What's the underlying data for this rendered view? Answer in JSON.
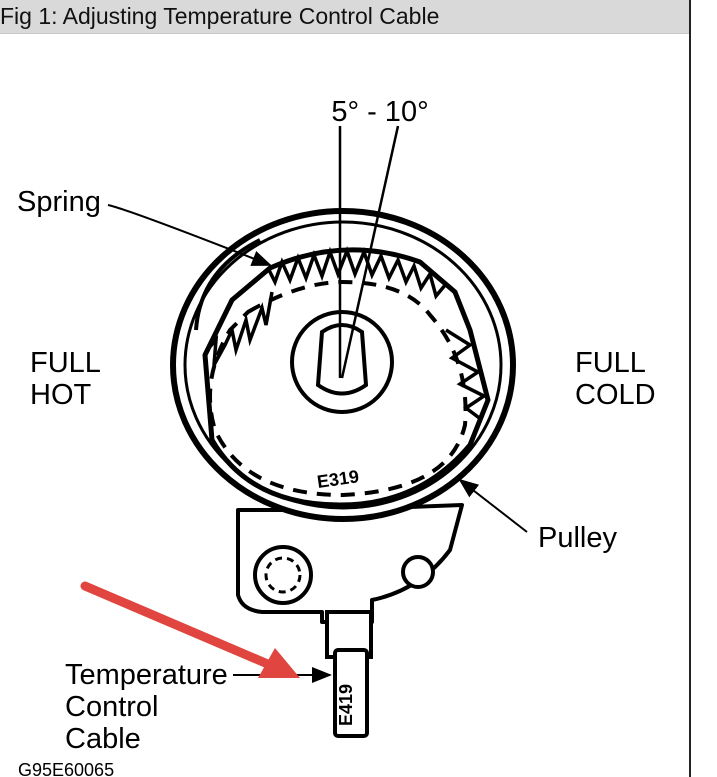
{
  "figure": {
    "caption": "Fig 1: Adjusting Temperature Control Cable",
    "code": "G95E60065"
  },
  "labels": {
    "angle": "5° - 10°",
    "spring": "Spring",
    "full_hot_line1": "FULL",
    "full_hot_line2": "HOT",
    "full_cold_line1": "FULL",
    "full_cold_line2": "COLD",
    "pulley": "Pulley",
    "cable_line1": "Temperature",
    "cable_line2": "Control",
    "cable_line3": "Cable"
  },
  "colors": {
    "annotation_arrow": "#e0453f",
    "caption_bar": "#d9d9d9"
  }
}
